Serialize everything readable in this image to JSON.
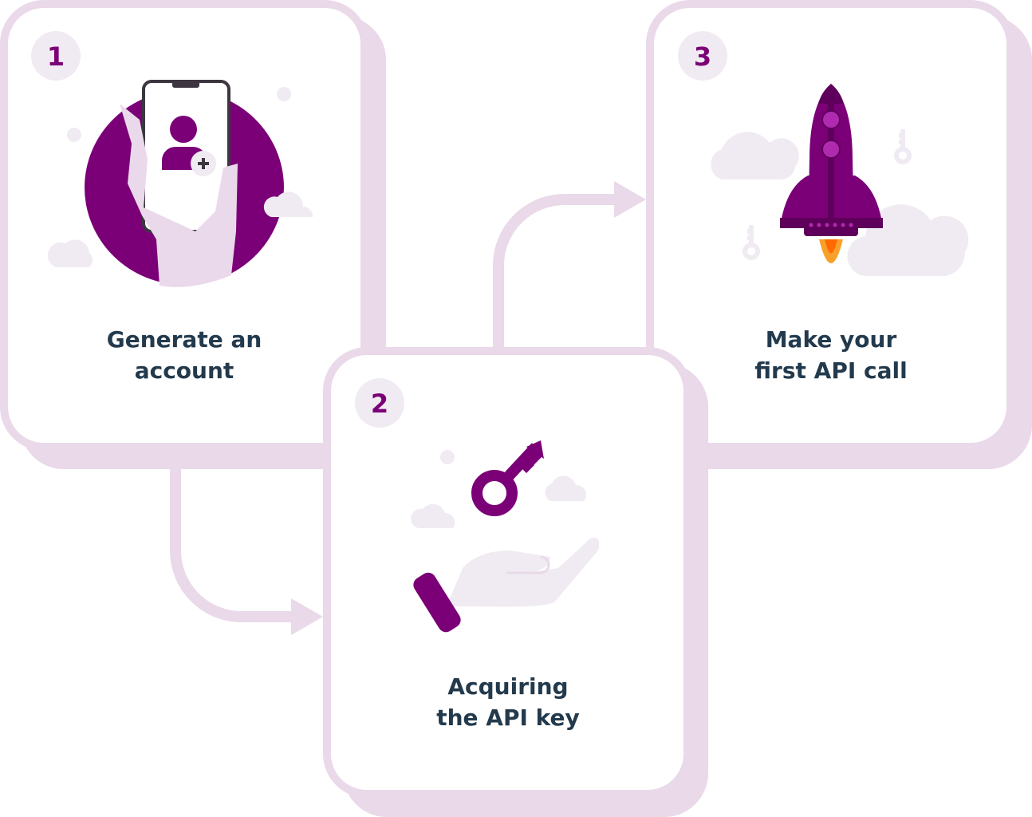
{
  "steps": [
    {
      "number": "1",
      "title_line1": "Generate an",
      "title_line2": "account"
    },
    {
      "number": "2",
      "title_line1": "Acquiring",
      "title_line2": "the API key"
    },
    {
      "number": "3",
      "title_line1": "Make your",
      "title_line2": "first API call"
    }
  ],
  "colors": {
    "brand": "#7b0077",
    "border": "#e9d9e9",
    "text": "#233a4d",
    "cloud": "#f0ebf2"
  }
}
